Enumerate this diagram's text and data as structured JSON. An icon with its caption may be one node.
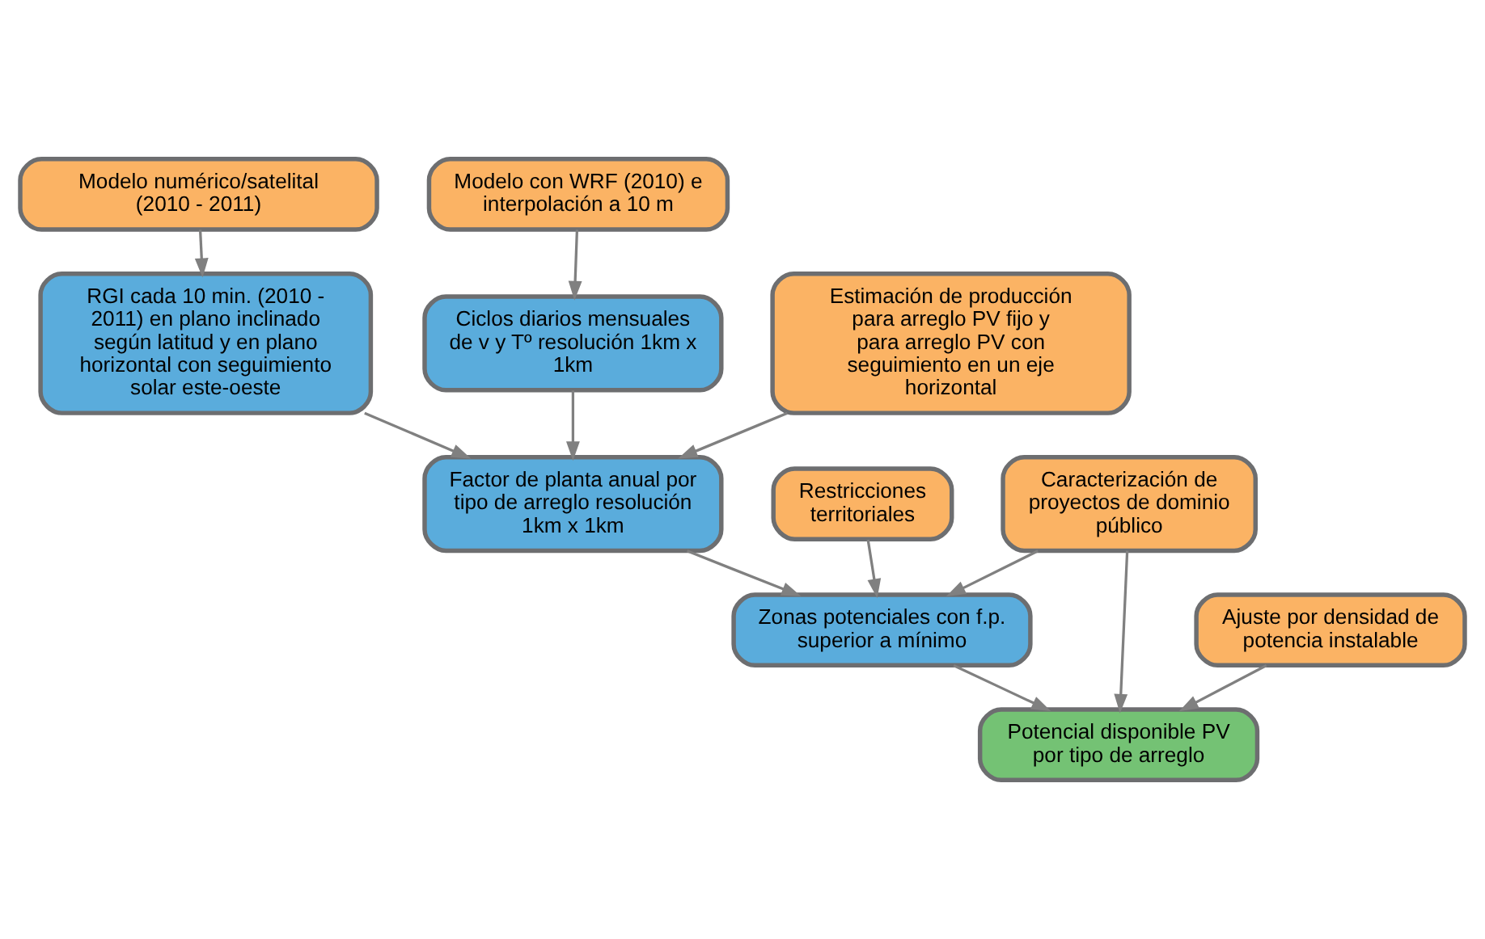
{
  "diagram": {
    "nodes": [
      {
        "text": [
          "Modelo numérico/satelital (2010 - 2011)"
        ]
      },
      {
        "text": [
          "Modelo con WRF (2010) e interpolación a 10 m"
        ]
      },
      {
        "text": [
          "RGI cada 10 min. (2010 - 2011) en plano inclinado según latitud y en plano horizontal con seguimiento solar este-oeste"
        ]
      },
      {
        "text": [
          "Ciclos diarios mensuales de v y Tº resolución 1km x 1km"
        ]
      },
      {
        "text": [
          "Estimación de producción para arreglo PV fijo y para arreglo PV con seguimiento en un eje horizontal"
        ]
      },
      {
        "text": [
          "Factor de planta anual por tipo de arreglo resolución 1km x 1km"
        ]
      },
      {
        "text": [
          "Restricciones territoriales"
        ]
      },
      {
        "text": [
          "Caracterización de proyectos de dominio público"
        ]
      },
      {
        "text": [
          "Zonas potenciales con f.p. superior a mínimo"
        ]
      },
      {
        "text": [
          "Ajuste por densidad de potencia instalable"
        ]
      },
      {
        "text": [
          "Potencial disponible PV por tipo de arreglo"
        ]
      }
    ],
    "edges": [
      {
        "from": 0,
        "to": 2,
        "arrow": "to"
      },
      {
        "from": 1,
        "to": 3,
        "arrow": "to"
      },
      {
        "from": 2,
        "to": 5,
        "arrow": "to"
      },
      {
        "from": 3,
        "to": 5,
        "arrow": "to"
      },
      {
        "from": 4,
        "to": 5,
        "arrow": "to"
      },
      {
        "from": 5,
        "to": 8,
        "arrow": "to"
      },
      {
        "from": 6,
        "to": 8,
        "arrow": "to"
      },
      {
        "from": 7,
        "to": 8,
        "arrow": "to"
      },
      {
        "from": 8,
        "to": 10,
        "arrow": "to"
      },
      {
        "from": 9,
        "to": 10,
        "arrow": "to"
      },
      {
        "from": 7,
        "to": 10,
        "arrow": "to"
      }
    ]
  }
}
